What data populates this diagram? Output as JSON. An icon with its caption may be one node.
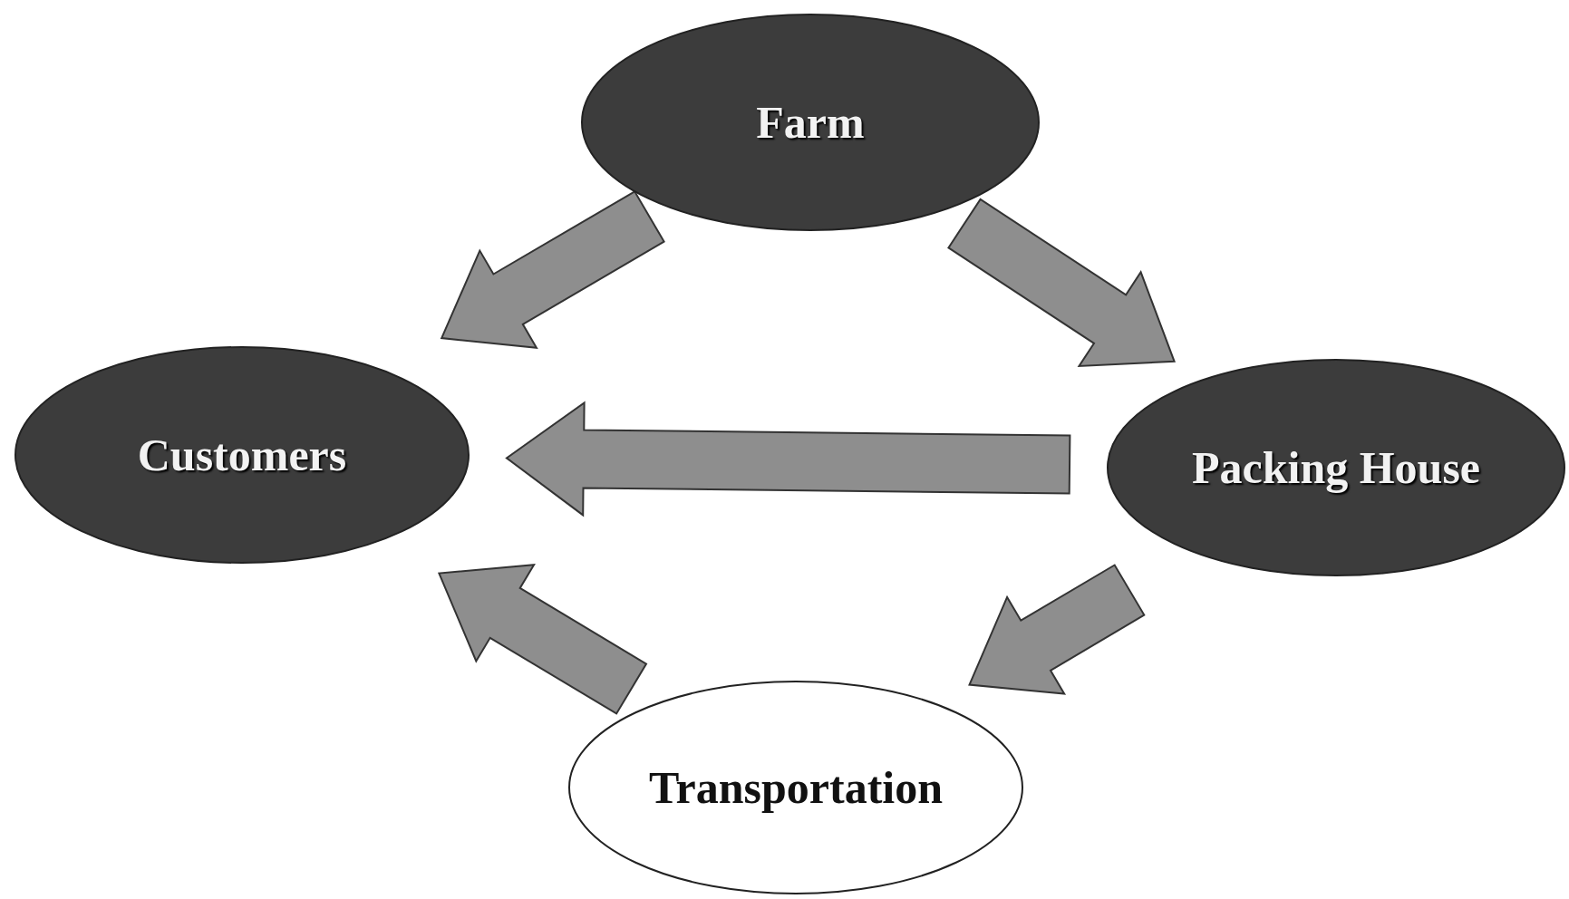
{
  "diagram": {
    "nodes": [
      {
        "text": [
          "Farm"
        ]
      },
      {
        "text": [
          "Customers"
        ]
      },
      {
        "text": [
          "Packing House"
        ]
      },
      {
        "text": [
          "Transportation"
        ]
      }
    ],
    "edges": [
      {
        "from": 0,
        "to": 1,
        "arrow": "to"
      },
      {
        "from": 0,
        "to": 2,
        "arrow": "to"
      },
      {
        "from": 2,
        "to": 1,
        "arrow": "to"
      },
      {
        "from": 2,
        "to": 3,
        "arrow": "to"
      },
      {
        "from": 3,
        "to": 1,
        "arrow": "to"
      }
    ]
  }
}
